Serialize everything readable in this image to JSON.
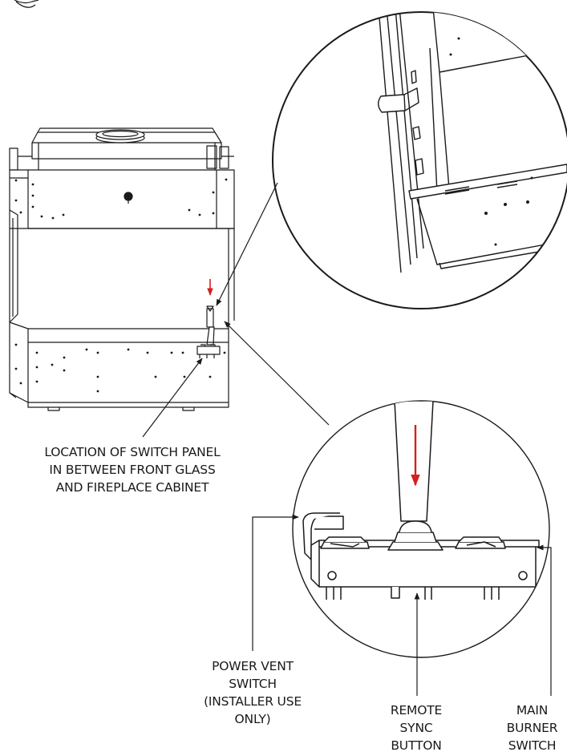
{
  "labels": {
    "location": [
      "LOCATION OF SWITCH PANEL",
      "IN BETWEEN FRONT GLASS",
      "AND FIREPLACE CABINET"
    ],
    "power_vent": [
      "POWER VENT",
      "SWITCH",
      "(INSTALLER USE",
      "ONLY)"
    ],
    "remote_sync": [
      "REMOTE",
      "SYNC",
      "BUTTON"
    ],
    "main_burner": [
      "MAIN",
      "BURNER",
      "SWITCH"
    ]
  },
  "colors": {
    "line": "#1a1a1a",
    "arrow_red": "#d42020",
    "background": "#ffffff"
  },
  "icons": [
    "down-arrow-red",
    "fireplace-cabinet",
    "switch-panel"
  ]
}
